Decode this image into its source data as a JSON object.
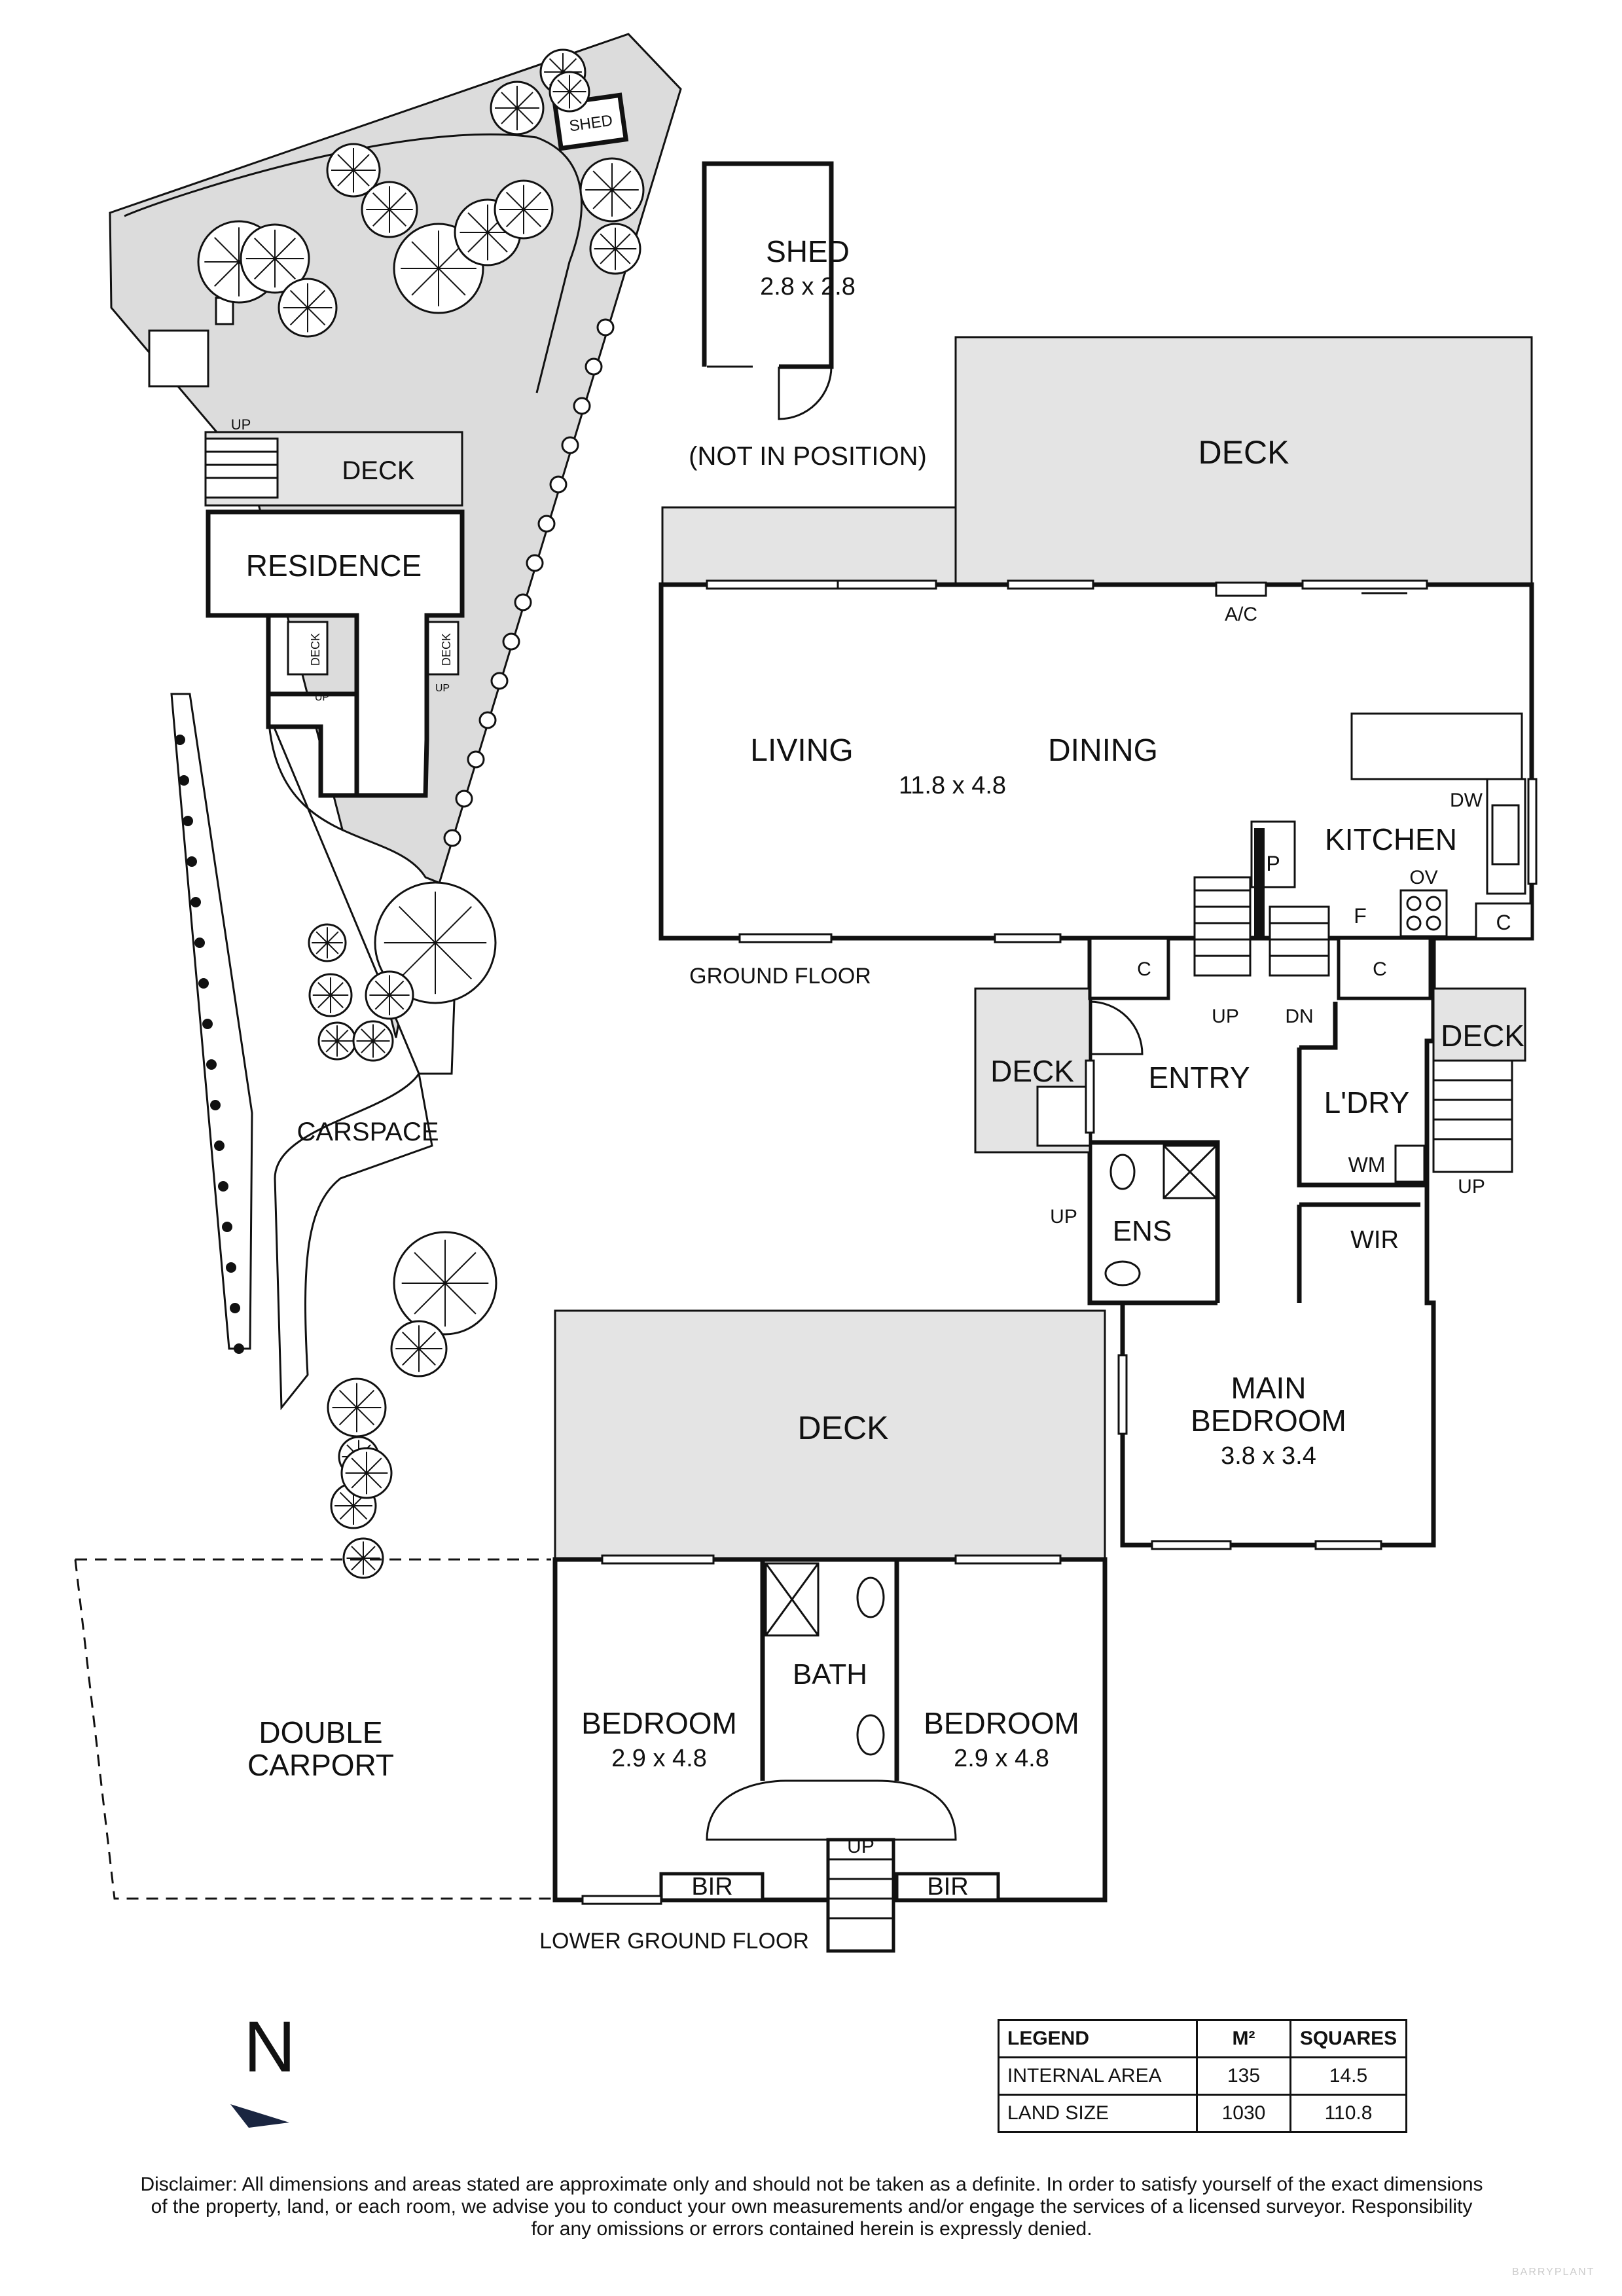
{
  "site": {
    "shed": "SHED",
    "deck": "DECK",
    "residence": "RESIDENCE",
    "side_deck_left": "DECK",
    "side_deck_right": "DECK",
    "up1": "UP",
    "up2": "UP",
    "up3": "UP",
    "carspace": "CARSPACE"
  },
  "carport": {
    "line1": "DOUBLE",
    "line2": "CARPORT"
  },
  "ground_floor": {
    "title": "GROUND FLOOR",
    "shed_name": "SHED",
    "shed_dims": "2.8 x 2.8",
    "shed_note": "(NOT IN POSITION)",
    "deck_top": "DECK",
    "ac": "A/C",
    "living": "LIVING",
    "dining": "DINING",
    "living_dims": "11.8 x 4.8",
    "kitchen": "KITCHEN",
    "dw": "DW",
    "p": "P",
    "ov": "OV",
    "f": "F",
    "c_kitchen": "C",
    "c_left": "C",
    "c_right": "C",
    "up": "UP",
    "dn": "DN",
    "entry": "ENTRY",
    "deck_left": "DECK",
    "deck_right": "DECK",
    "up_left": "UP",
    "up_right": "UP",
    "ldry": "L'DRY",
    "wm": "WM",
    "ens": "ENS",
    "wir": "WIR",
    "main_bedroom_1": "MAIN",
    "main_bedroom_2": "BEDROOM",
    "main_bedroom_dims": "3.8 x 3.4"
  },
  "lower_floor": {
    "title": "LOWER GROUND FLOOR",
    "deck": "DECK",
    "bath": "BATH",
    "bedroom_left": "BEDROOM",
    "bedroom_left_dims": "2.9 x 4.8",
    "bedroom_right": "BEDROOM",
    "bedroom_right_dims": "2.9 x 4.8",
    "bir_left": "BIR",
    "bir_right": "BIR",
    "up": "UP"
  },
  "compass": {
    "letter": "N"
  },
  "legend": {
    "headers": [
      "LEGEND",
      "M²",
      "SQUARES"
    ],
    "rows": [
      [
        "INTERNAL AREA",
        "135",
        "14.5"
      ],
      [
        "LAND SIZE",
        "1030",
        "110.8"
      ]
    ]
  },
  "disclaimer": {
    "line1": "Disclaimer: All dimensions and areas stated are approximate only and should not be taken as a definite. In order to satisfy yourself of the exact dimensions",
    "line2": "of the property, land, or each room, we advise you to conduct your own measurements and/or engage the services of a licensed surveyor. Responsibility",
    "line3": "for any omissions or errors contained herein is expressly denied."
  },
  "watermark": "BARRYPLANT"
}
